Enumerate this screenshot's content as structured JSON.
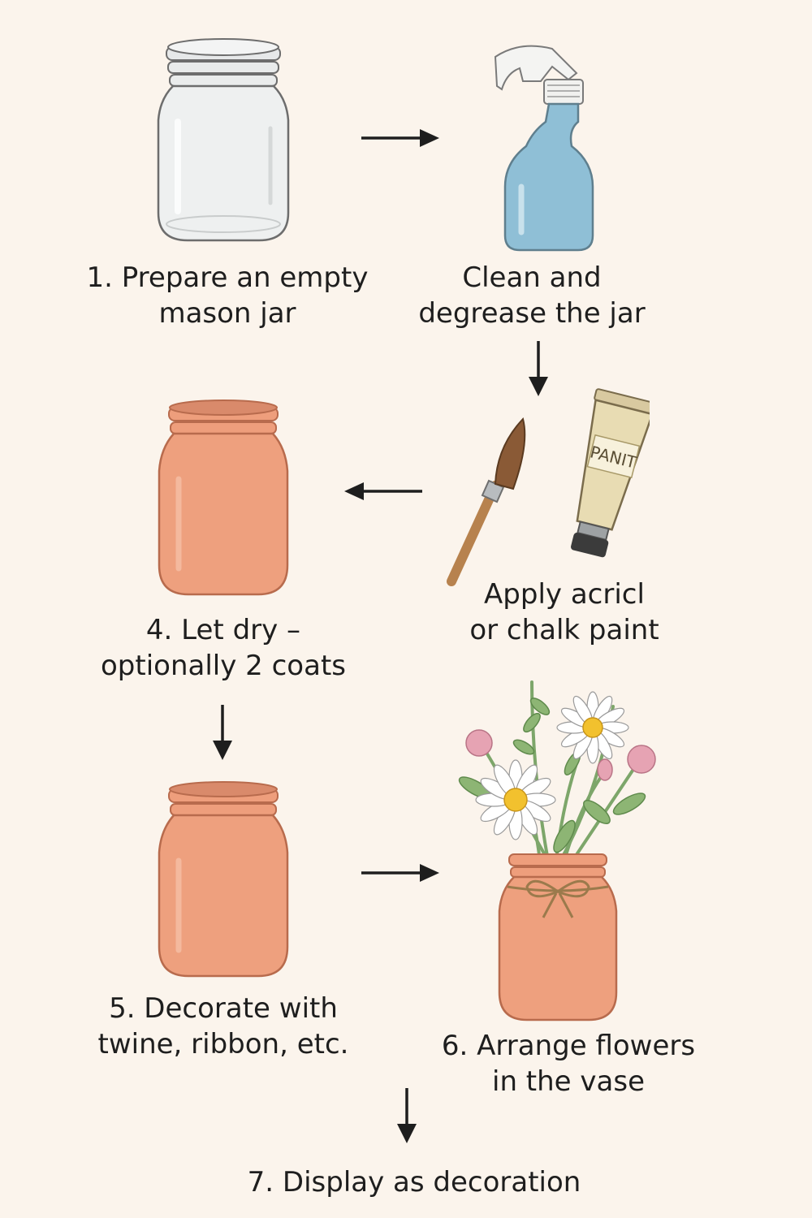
{
  "steps": [
    {
      "id": "step-1",
      "lines": [
        "1. Prepare an empty",
        "mason jar"
      ]
    },
    {
      "id": "step-2",
      "lines": [
        "Clean and",
        "degrease the jar"
      ]
    },
    {
      "id": "step-3",
      "lines": [
        "Apply acricl",
        "or chalk paint"
      ]
    },
    {
      "id": "step-4",
      "lines": [
        "4. Let dry –",
        "optionally 2 coats"
      ]
    },
    {
      "id": "step-5",
      "lines": [
        "5. Decorate with",
        "twine, ribbon, etc."
      ]
    },
    {
      "id": "step-6",
      "lines": [
        "6. Arrange flowers",
        "in the vase"
      ]
    },
    {
      "id": "step-7",
      "lines": [
        "7. Display as decoration"
      ]
    }
  ],
  "paint_tube_text": "PANIT",
  "icons": [
    "glass-jar-icon",
    "spray-bottle-icon",
    "paintbrush-icon",
    "paint-tube-icon",
    "painted-jar-icon",
    "flower-vase-icon",
    "arrow-icon"
  ],
  "colors": {
    "background": "#fbf4ec",
    "terracotta": "#eea07e",
    "spray_blue": "#8fbfd6",
    "tube_cream": "#e8dcb3",
    "daisy_yellow": "#f2c12e",
    "clover_pink": "#e6a3b3",
    "stem_green": "#7da66a"
  }
}
